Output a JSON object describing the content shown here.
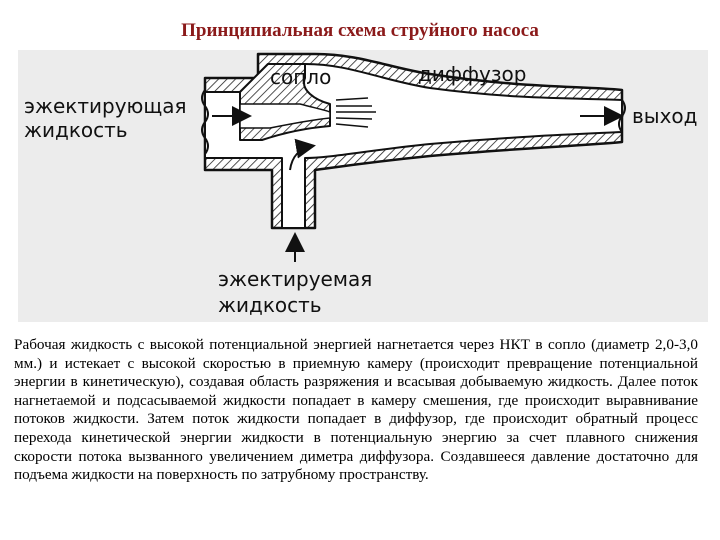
{
  "title": "Принципиальная схема струйного насоса",
  "diagram": {
    "label_nozzle": "сопло",
    "label_diffuser": "диффузор",
    "label_inlet_line1": "эжектирующая",
    "label_inlet_line2": "жидкость",
    "label_outlet": "выход",
    "label_suction_line1": "эжектируемая",
    "label_suction_line2": "жидкость"
  },
  "description": "Рабочая жидкость с высокой потенциальной энергией нагнетается через НКТ в сопло (диаметр 2,0-3,0 мм.) и истекает с высокой скоростью в приемную камеру (происходит превращение потенциальной энергии в кинетическую), создавая область разряжения и всасывая добываемую жидкость. Далее поток нагнетаемой и подсасываемой жидкости попадает в камеру смешения, где происходит выравнивание потоков жидкости. Затем поток жидкости попадает в диффузор, где происходит обратный процесс перехода кинетической энергии жидкости в потенциальную энергию за счет плавного снижения скорости потока вызванного увеличением диметра диффузора. Создавшееся давление достаточно для подъема жидкости на поверхность по затрубному пространству."
}
